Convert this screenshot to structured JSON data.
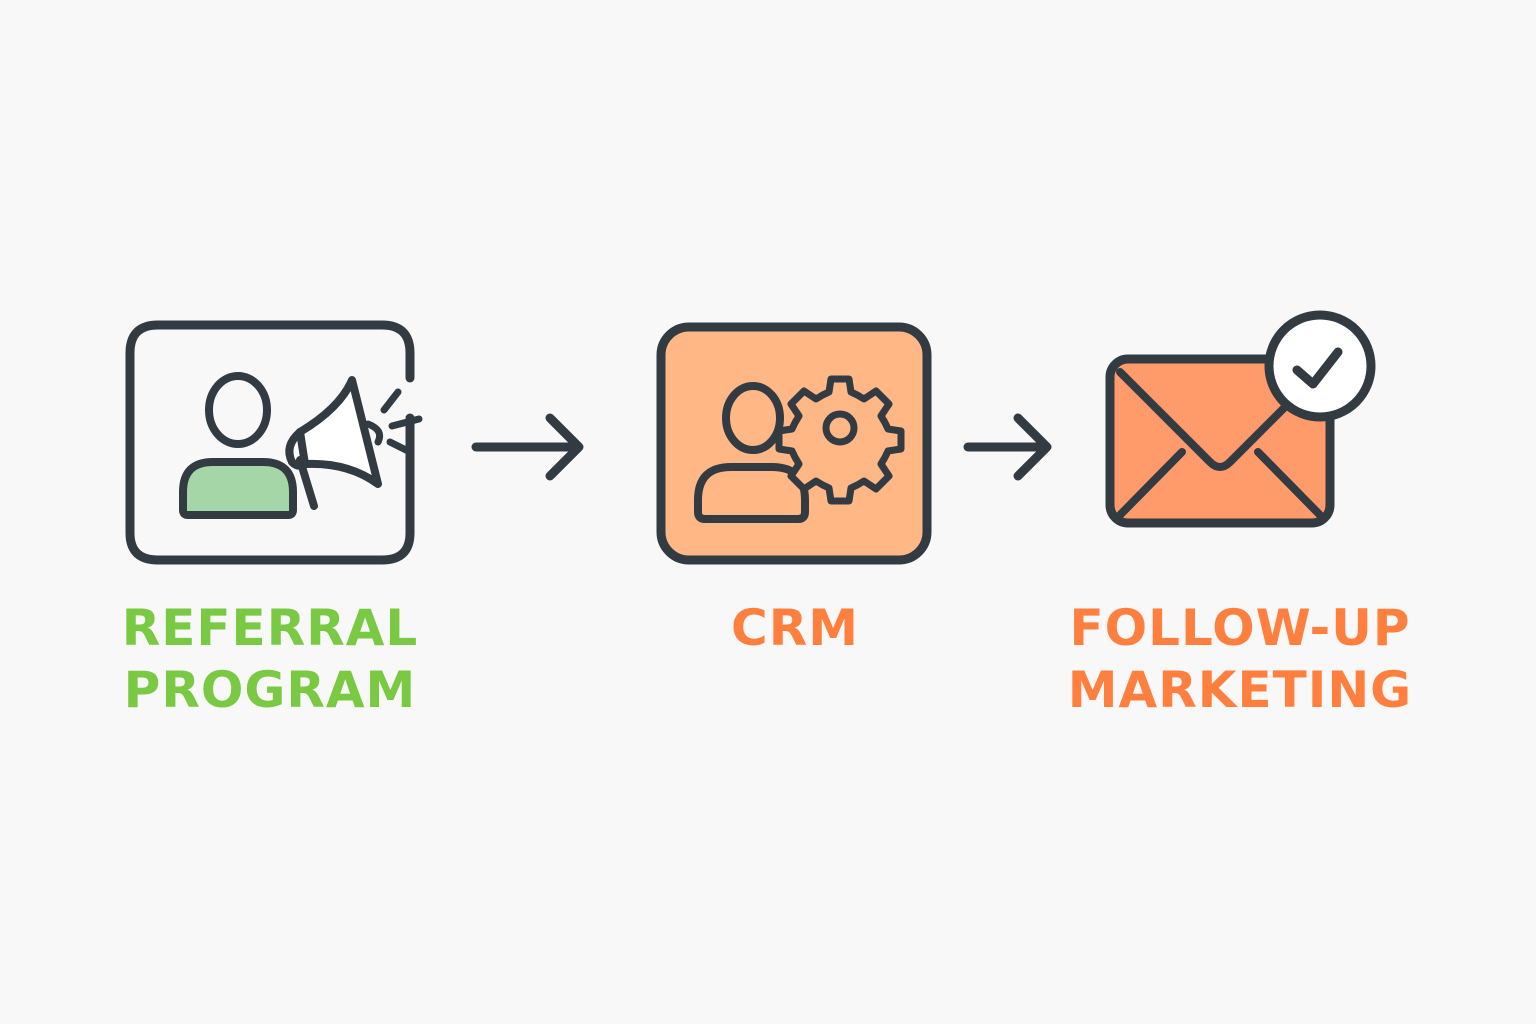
{
  "colors": {
    "background": "#f8f8f8",
    "outline": "#333b42",
    "green_text": "#7ac943",
    "green_fill": "#a5d6a7",
    "orange_text": "#ff7f3f",
    "orange_fill_light": "#ffb786",
    "orange_fill": "#ff9b6b",
    "white": "#ffffff"
  },
  "steps": [
    {
      "id": "referral-program",
      "label_lines": [
        "REFERRAL",
        "PROGRAM"
      ],
      "icon": "person-megaphone-icon",
      "text_color": "#7ac943"
    },
    {
      "id": "crm",
      "label_lines": [
        "CRM"
      ],
      "icon": "person-gear-icon",
      "text_color": "#ff7f3f"
    },
    {
      "id": "follow-up-marketing",
      "label_lines": [
        "FOLLOW-UP",
        "MARKETING"
      ],
      "icon": "envelope-check-icon",
      "text_color": "#ff7f3f"
    }
  ],
  "connectors": [
    {
      "from": "referral-program",
      "to": "crm",
      "icon": "arrow-right-icon"
    },
    {
      "from": "crm",
      "to": "follow-up-marketing",
      "icon": "arrow-right-icon"
    }
  ]
}
